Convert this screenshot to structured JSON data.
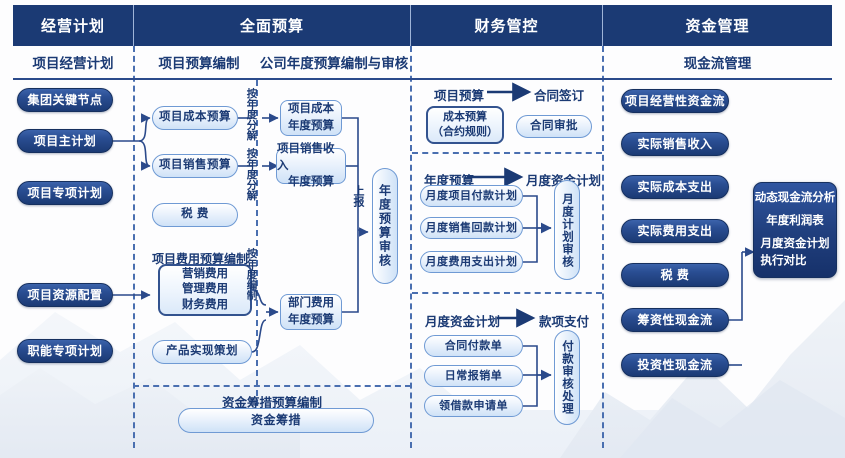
{
  "header": {
    "columns": [
      {
        "title": "经营计划",
        "sub": [
          "项目经营计划"
        ]
      },
      {
        "title": "全面预算",
        "sub": [
          "项目预算编制",
          "公司年度预算编制与审核"
        ]
      },
      {
        "title": "财务管控",
        "sub": []
      },
      {
        "title": "资金管理",
        "sub": [
          "现金流管理"
        ]
      }
    ]
  },
  "colors": {
    "header_band": "#1b3a74",
    "accent": "#2b4a8b",
    "dashed_divider": "#4a6fb0",
    "dark_pill_text": "#ffffff",
    "light_pill_text": "#1b3a74"
  },
  "col1": {
    "items": [
      {
        "label": "集团关键节点"
      },
      {
        "label": "项目主计划"
      },
      {
        "label": "项目专项计划"
      },
      {
        "label": "项目资源配置"
      },
      {
        "label": "职能专项计划"
      }
    ]
  },
  "col2": {
    "items": [
      {
        "label": "项目成本预算"
      },
      {
        "label": "项目销售预算"
      },
      {
        "label": "税  费"
      }
    ],
    "expense_caption": "项目费用预算编制",
    "expense_lines": [
      "营销费用",
      "管理费用",
      "财务费用"
    ],
    "product_plan": "产品实现策划",
    "vlabels": [
      "按年度分解",
      "按年度分解",
      "按年度编制"
    ]
  },
  "col3": {
    "items": [
      {
        "label": "项目成本\n年度预算"
      },
      {
        "label": "项目销售收入\n年度预算"
      },
      {
        "label": "部门费用\n年度预算"
      }
    ],
    "submit_label": "上报",
    "review_box": "年度预算审核"
  },
  "funding": {
    "caption": "资金筹措预算编制",
    "item": "资金筹措"
  },
  "col4": {
    "block1": {
      "flow_from": "项目预算",
      "flow_to": "合同签订",
      "left_box_lines": [
        "成本预算",
        "（合约规则）"
      ],
      "right_pill": "合同审批"
    },
    "block2": {
      "flow_from": "年度预算",
      "flow_to": "月度资金计划",
      "items": [
        "月度项目付款计划",
        "月度销售回款计划",
        "月度费用支出计划"
      ],
      "review": "月度计划审核"
    },
    "block3": {
      "flow_from": "月度资金计划",
      "flow_to": "款项支付",
      "items": [
        "合同付款单",
        "日常报销单",
        "领借款申请单"
      ],
      "review": "付款审核处理"
    }
  },
  "col5": {
    "items": [
      {
        "label": "项目经营性资金流"
      },
      {
        "label": "实际销售收入"
      },
      {
        "label": "实际成本支出"
      },
      {
        "label": "实际费用支出"
      },
      {
        "label": "税  费"
      },
      {
        "label": "筹资性现金流"
      },
      {
        "label": "投资性现金流"
      }
    ],
    "analysis_lines": [
      "动态现金流分析",
      "年度利润表",
      "月度资金计划\n执行对比"
    ]
  }
}
